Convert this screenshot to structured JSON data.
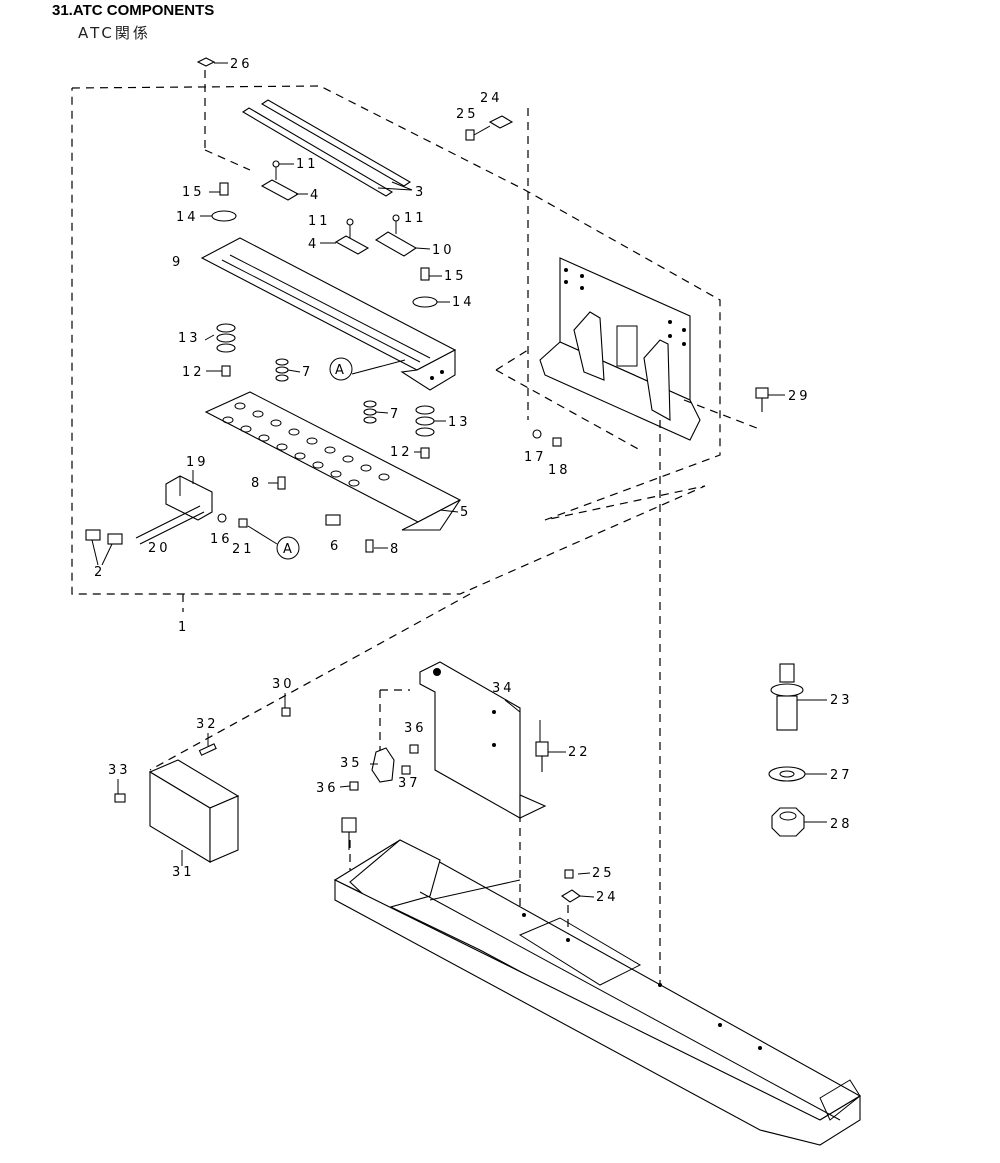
{
  "header": {
    "title": "31.ATC COMPONENTS",
    "subtitle": "ATC関係"
  },
  "callouts": {
    "c1": "1",
    "c2": "2",
    "c3": "3",
    "c4a": "4",
    "c4b": "4",
    "c5": "5",
    "c6": "6",
    "c7a": "7",
    "c7b": "7",
    "c8a": "8",
    "c8b": "8",
    "c9": "9",
    "c10": "10",
    "c11a": "11",
    "c11b": "11",
    "c11c": "11",
    "c12a": "12",
    "c12b": "12",
    "c13a": "13",
    "c13b": "13",
    "c14a": "14",
    "c14b": "14",
    "c15a": "15",
    "c15b": "15",
    "c16": "16",
    "c17": "17",
    "c18": "18",
    "c19": "19",
    "c20": "20",
    "c21": "21",
    "c22": "22",
    "c23": "23",
    "c24a": "24",
    "c24b": "24",
    "c25a": "25",
    "c25b": "25",
    "c26": "26",
    "c27": "27",
    "c28": "28",
    "c29": "29",
    "c30": "30",
    "c31": "31",
    "c32": "32",
    "c33": "33",
    "c34": "34",
    "c35": "35",
    "c36a": "36",
    "c36b": "36",
    "c37": "37"
  },
  "refs": {
    "refA1": "A",
    "refA2": "A"
  }
}
